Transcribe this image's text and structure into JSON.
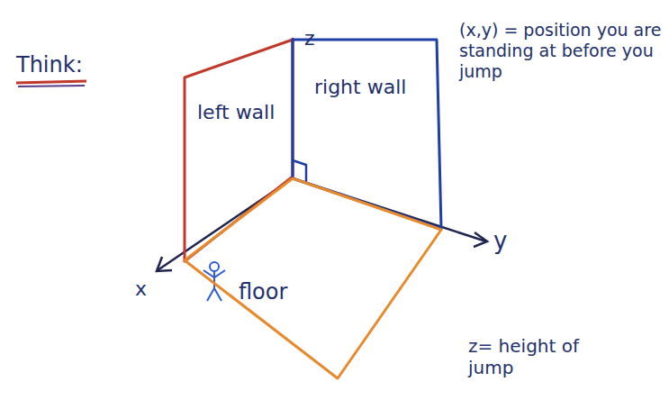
{
  "diagram": {
    "nodes": [
      {
        "text": [
          "left wall"
        ]
      },
      {
        "text": [
          "right wall"
        ]
      },
      {
        "text": [
          "floor"
        ]
      }
    ],
    "labels": [
      "Think:",
      "z",
      "y",
      "x",
      "(x,y) = position you are standing at before you jump",
      "z= height of jump"
    ]
  }
}
